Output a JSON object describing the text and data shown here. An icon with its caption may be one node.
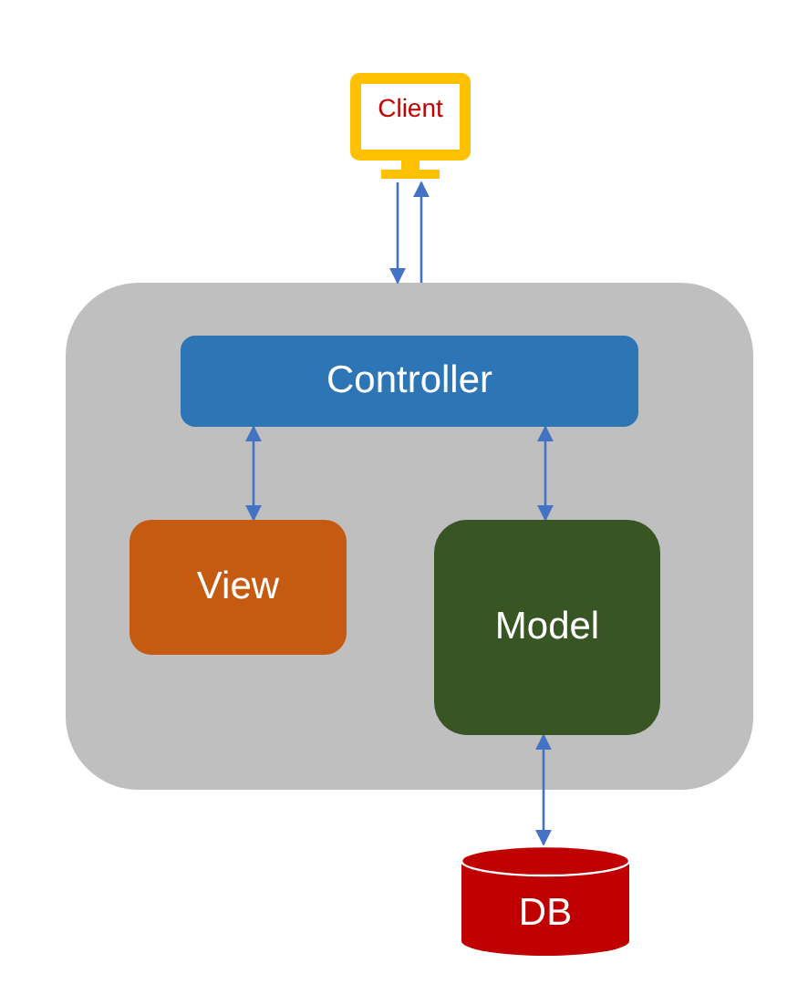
{
  "diagram": {
    "nodes": [
      {
        "text": [
          "Client"
        ]
      },
      {
        "text": [],
        "shape": "box"
      },
      {
        "text": [
          "Controller"
        ],
        "in": 1
      },
      {
        "text": [
          "View"
        ],
        "in": 1
      },
      {
        "text": [
          "Model"
        ],
        "in": 1
      },
      {
        "text": [
          "DB"
        ]
      }
    ],
    "edges": [
      {
        "from": 0,
        "to": 1,
        "arrow": "to"
      },
      {
        "from": 1,
        "to": 0,
        "arrow": "to"
      },
      {
        "from": 2,
        "to": 3,
        "arrow": "both"
      },
      {
        "from": 2,
        "to": 4,
        "arrow": "both"
      },
      {
        "from": 4,
        "to": 5,
        "arrow": "both"
      }
    ]
  }
}
